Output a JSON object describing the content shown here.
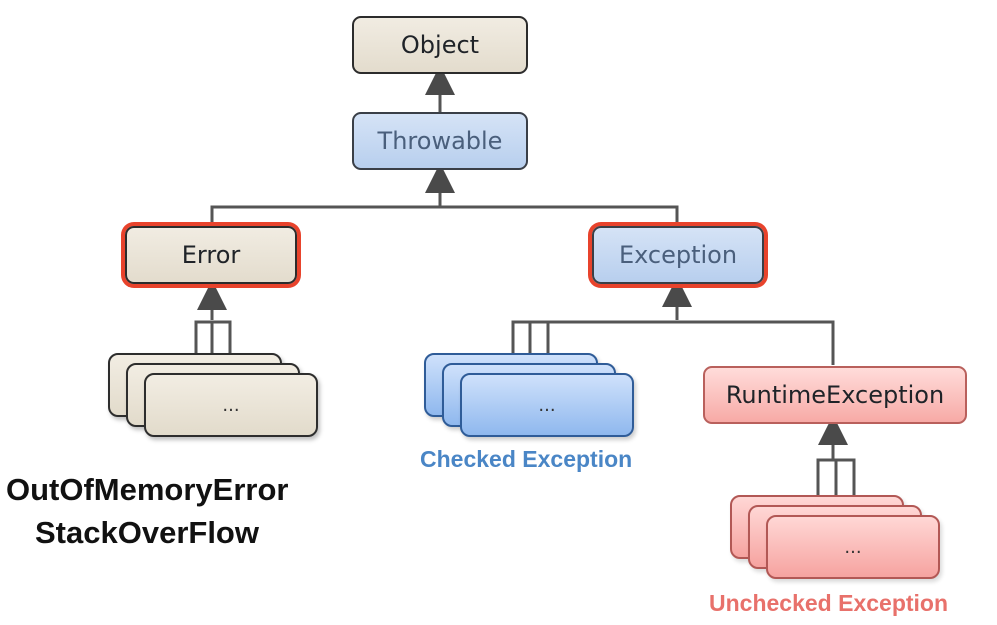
{
  "nodes": {
    "object": "Object",
    "throwable": "Throwable",
    "error": "Error",
    "exception": "Exception",
    "runtime_exception": "RuntimeException"
  },
  "stacks": {
    "error_children": "...",
    "checked_children": "...",
    "unchecked_children": "..."
  },
  "captions": {
    "checked": "Checked Exception",
    "unchecked": "Unchecked Exception",
    "error_examples": [
      "OutOfMemoryError",
      "StackOverFlow"
    ]
  },
  "colors": {
    "highlight": "#e8432c",
    "checked_caption": "#4a86c6",
    "unchecked_caption": "#e8716b"
  }
}
